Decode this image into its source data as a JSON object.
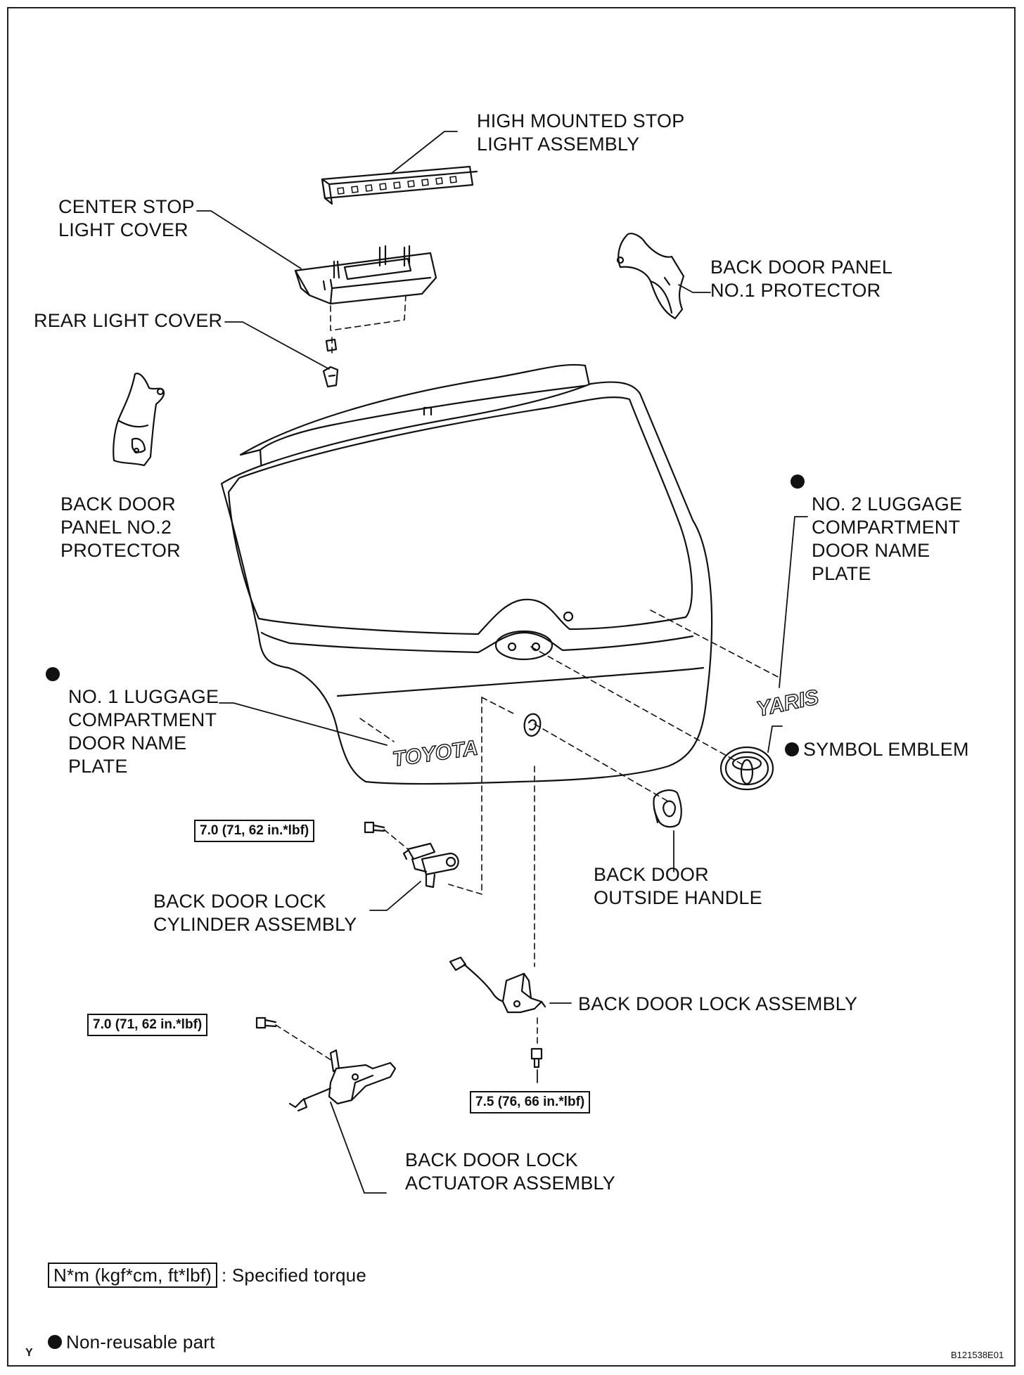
{
  "labels": {
    "high_mounted_stop_light": "HIGH MOUNTED STOP\nLIGHT ASSEMBLY",
    "center_stop_light_cover": "CENTER STOP\nLIGHT COVER",
    "back_door_panel_no1_protector": "BACK DOOR PANEL\nNO.1 PROTECTOR",
    "rear_light_cover": "REAR LIGHT COVER",
    "back_door_panel_no2_protector": "BACK DOOR\nPANEL NO.2\nPROTECTOR",
    "no2_luggage_name_plate": "NO. 2 LUGGAGE\nCOMPARTMENT\nDOOR NAME\nPLATE",
    "no1_luggage_name_plate": "NO. 1 LUGGAGE\nCOMPARTMENT\nDOOR NAME\nPLATE",
    "symbol_emblem": "SYMBOL EMBLEM",
    "back_door_outside_handle": "BACK DOOR\nOUTSIDE HANDLE",
    "back_door_lock_cylinder": "BACK DOOR LOCK\nCYLINDER ASSEMBLY",
    "back_door_lock_assembly": "BACK DOOR LOCK ASSEMBLY",
    "back_door_lock_actuator": "BACK DOOR LOCK\nACTUATOR ASSEMBLY"
  },
  "torques": {
    "cylinder_bolt": "7.0 (71, 62 in.*lbf)",
    "actuator_bolt": "7.0 (71, 62 in.*lbf)",
    "lock_bolt": "7.5 (76, 66 in.*lbf)"
  },
  "legend": {
    "torque_box": "N*m (kgf*cm, ft*lbf)",
    "torque_text": ": Specified torque",
    "non_reusable": "Non-reusable part"
  },
  "emblem_text": {
    "toyota": "TOYOTA",
    "yaris": "YARIS"
  },
  "corner": {
    "left": "Y",
    "right": "B121538E01"
  }
}
